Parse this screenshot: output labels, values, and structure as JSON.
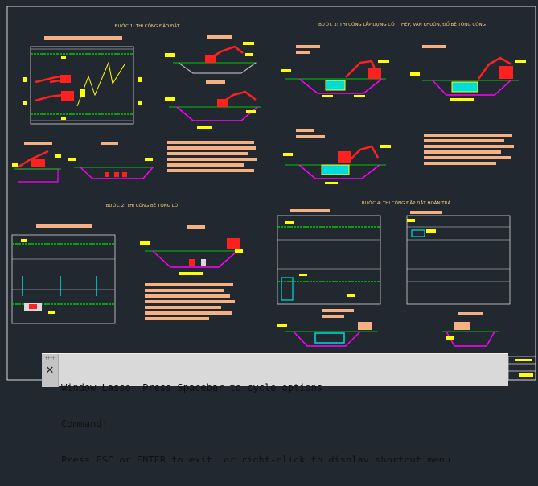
{
  "drawing": {
    "titles": {
      "step1": "BƯỚC 1: THI CÔNG ĐÀO ĐẤT",
      "step2": "BƯỚC 2: THI CÔNG BÊ TÔNG LÓT",
      "step3": "BƯỚC 3: THI CÔNG LẮP DỰNG CỐT THÉP, VÁN KHUÔN, ĐỔ BÊ TÔNG CỐNG",
      "step4": "BƯỚC 4: THI CÔNG ĐẮP ĐẤT HOÀN TRẢ"
    },
    "colors": {
      "background": "#212830",
      "border": "#d9d9d9",
      "label_block": "#f5b183",
      "callout": "#ffff00",
      "magenta": "#ff00ff",
      "green": "#00c800",
      "red": "#ff2020",
      "cyan": "#00dcdc",
      "title": "#ffd27a"
    }
  },
  "command_window": {
    "close_icon": "close-icon",
    "line1": "Window Lasso  Press Spacebar to cycle options",
    "line2": "Command:",
    "line3": "Press ESC or ENTER to exit, or right-click to display shortcut menu."
  }
}
